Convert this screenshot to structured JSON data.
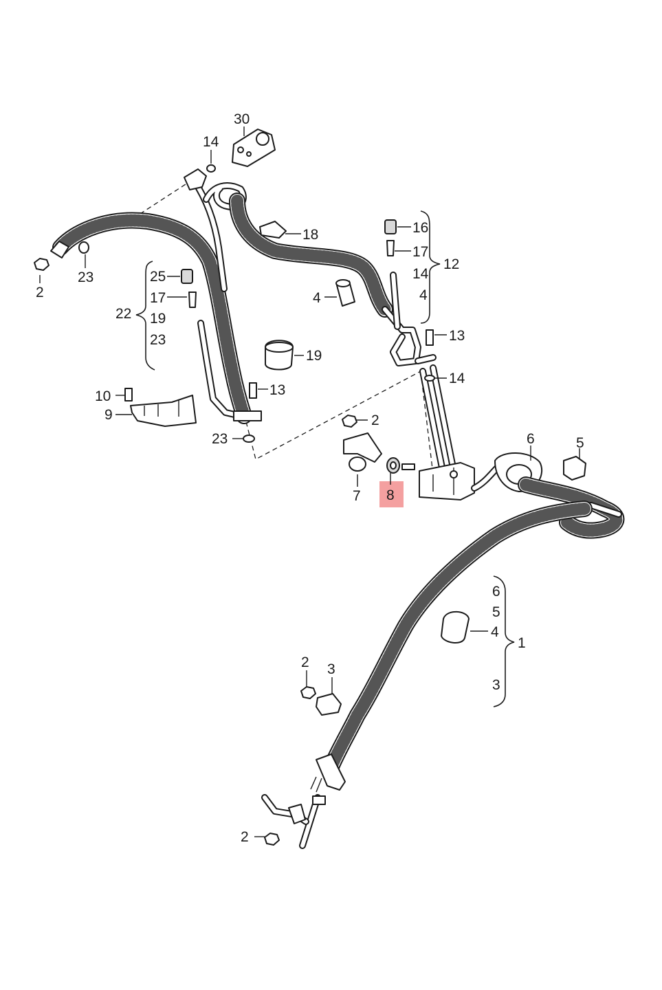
{
  "labels": {
    "l30": "30",
    "l14a": "14",
    "l2a": "2",
    "l23a": "23",
    "l18": "18",
    "l16": "16",
    "l17a": "17",
    "l12": "12",
    "l14b": "14",
    "l4a": "4",
    "l25": "25",
    "l17b": "17",
    "l22": "22",
    "l19a": "19",
    "l23b": "23",
    "l19b": "19",
    "l13a": "13",
    "l13b": "13",
    "l14c": "14",
    "l10": "10",
    "l9": "9",
    "l23c": "23",
    "l2b": "2",
    "l6a": "6",
    "l5a": "5",
    "l7": "7",
    "l8": "8",
    "l6b": "6",
    "l5b": "5",
    "l4b": "4",
    "l1": "1",
    "l3a": "3",
    "l2c": "2",
    "l3b": "3",
    "l2d": "2"
  },
  "highlight": {
    "label": "8",
    "color": "#f4a0a0"
  }
}
